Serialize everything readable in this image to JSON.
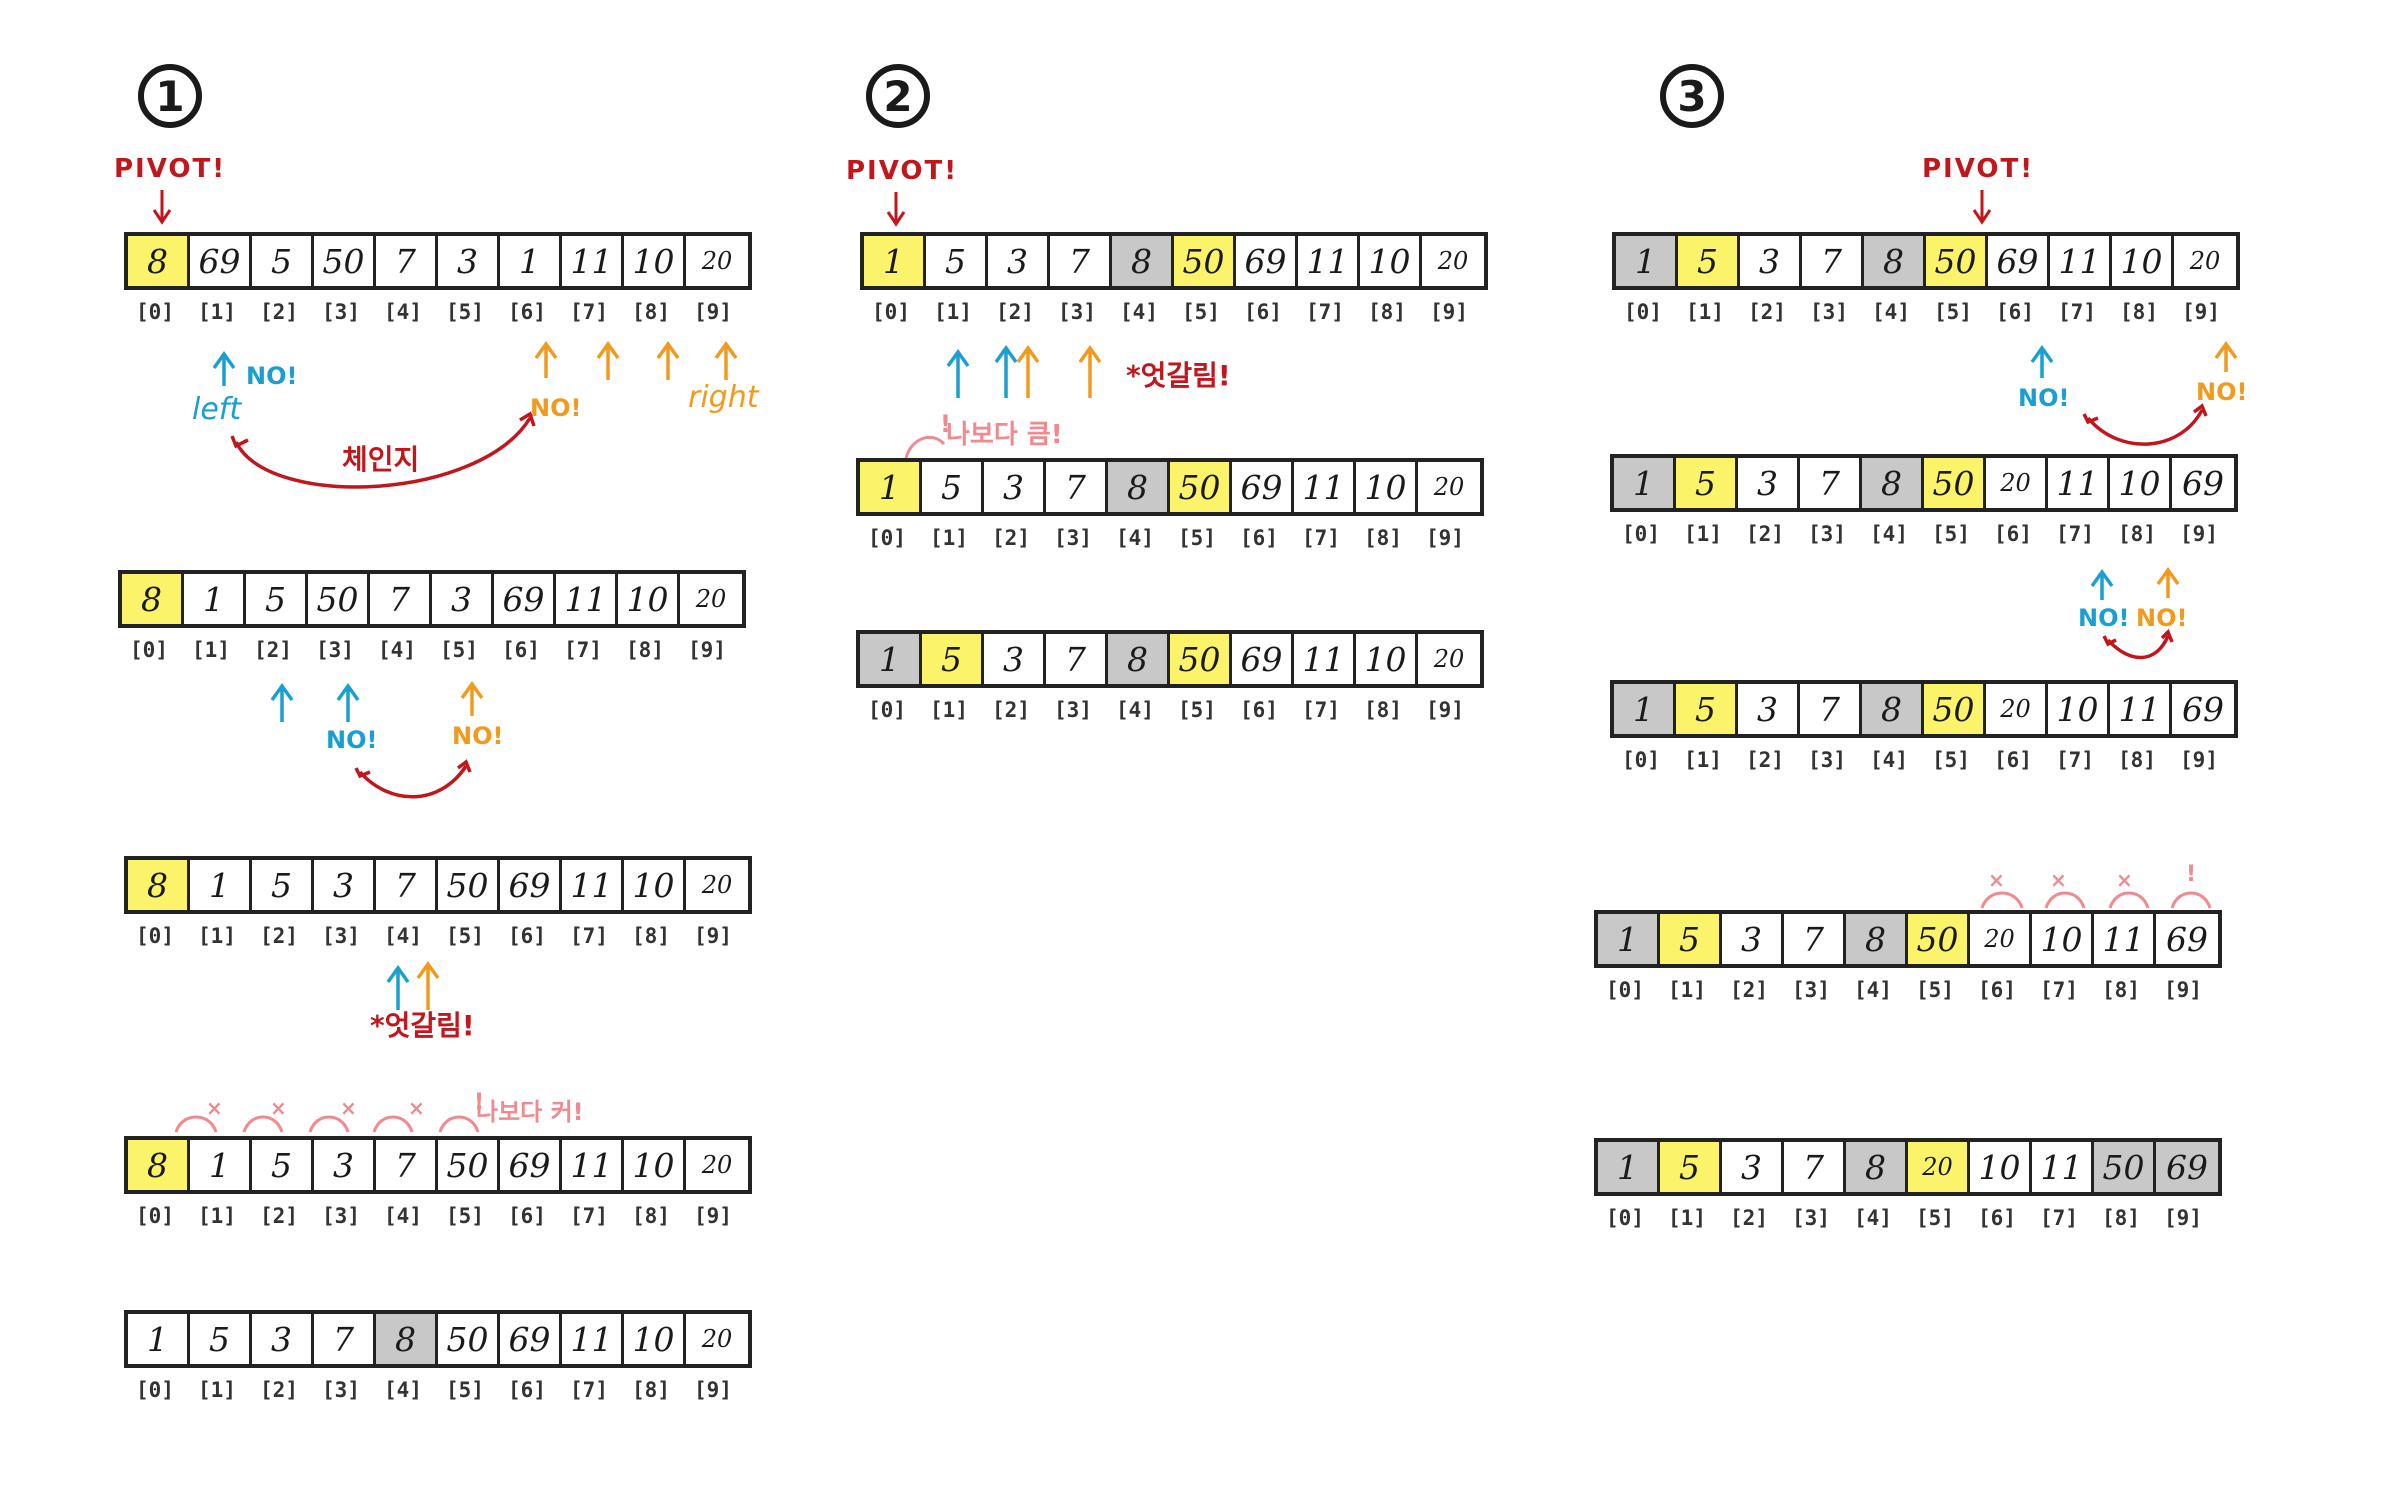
{
  "sections": [
    {
      "number": "1"
    },
    {
      "number": "2"
    },
    {
      "number": "3"
    }
  ],
  "labels": {
    "pivot": "PIVOT!",
    "no": "NO!",
    "left": "left",
    "right": "right",
    "change": "체인지",
    "crossed": "*엇갈림!",
    "bigger_than_me": "나보다 큼!",
    "bigger_than_me_alt": "나보다 커!",
    "x_mark": "×",
    "exclaim": "!"
  },
  "arrays": [
    {
      "values": [
        "8",
        "69",
        "5",
        "50",
        "7",
        "3",
        "1",
        "11",
        "10",
        "20"
      ],
      "yellow": [
        0
      ],
      "gray": []
    },
    {
      "values": [
        "8",
        "1",
        "5",
        "50",
        "7",
        "3",
        "69",
        "11",
        "10",
        "20"
      ],
      "yellow": [
        0
      ],
      "gray": []
    },
    {
      "values": [
        "8",
        "1",
        "5",
        "3",
        "7",
        "50",
        "69",
        "11",
        "10",
        "20"
      ],
      "yellow": [
        0
      ],
      "gray": []
    },
    {
      "values": [
        "8",
        "1",
        "5",
        "3",
        "7",
        "50",
        "69",
        "11",
        "10",
        "20"
      ],
      "yellow": [
        0
      ],
      "gray": []
    },
    {
      "values": [
        "1",
        "5",
        "3",
        "7",
        "8",
        "50",
        "69",
        "11",
        "10",
        "20"
      ],
      "yellow": [],
      "gray": [
        4
      ]
    },
    {
      "values": [
        "1",
        "5",
        "3",
        "7",
        "8",
        "50",
        "69",
        "11",
        "10",
        "20"
      ],
      "yellow": [
        0,
        5
      ],
      "gray": [
        4
      ]
    },
    {
      "values": [
        "1",
        "5",
        "3",
        "7",
        "8",
        "50",
        "69",
        "11",
        "10",
        "20"
      ],
      "yellow": [
        0,
        5
      ],
      "gray": [
        4
      ]
    },
    {
      "values": [
        "1",
        "5",
        "3",
        "7",
        "8",
        "50",
        "69",
        "11",
        "10",
        "20"
      ],
      "yellow": [
        1,
        5
      ],
      "gray": [
        0,
        4
      ]
    },
    {
      "values": [
        "1",
        "5",
        "3",
        "7",
        "8",
        "50",
        "69",
        "11",
        "10",
        "20"
      ],
      "yellow": [
        1,
        5
      ],
      "gray": [
        0,
        4
      ]
    },
    {
      "values": [
        "1",
        "5",
        "3",
        "7",
        "8",
        "50",
        "20",
        "11",
        "10",
        "69"
      ],
      "yellow": [
        1,
        5
      ],
      "gray": [
        0,
        4
      ]
    },
    {
      "values": [
        "1",
        "5",
        "3",
        "7",
        "8",
        "50",
        "20",
        "10",
        "11",
        "69"
      ],
      "yellow": [
        1,
        5
      ],
      "gray": [
        0,
        4
      ]
    },
    {
      "values": [
        "1",
        "5",
        "3",
        "7",
        "8",
        "50",
        "20",
        "10",
        "11",
        "69"
      ],
      "yellow": [
        1,
        5
      ],
      "gray": [
        0,
        4
      ]
    },
    {
      "values": [
        "1",
        "5",
        "3",
        "7",
        "8",
        "20",
        "10",
        "11",
        "50",
        "69"
      ],
      "yellow": [
        1,
        5
      ],
      "gray": [
        0,
        4,
        8,
        9
      ]
    }
  ],
  "index_labels": [
    "[0]",
    "[1]",
    "[2]",
    "[3]",
    "[4]",
    "[5]",
    "[6]",
    "[7]",
    "[8]",
    "[9]"
  ],
  "colors": {
    "highlight_yellow": "#fbf46a",
    "done_gray": "#c8c8c8",
    "pivot_red": "#c0161c",
    "left_blue": "#1a9fd0",
    "right_orange": "#f09a1e",
    "note_pink": "#ef8a8f"
  }
}
